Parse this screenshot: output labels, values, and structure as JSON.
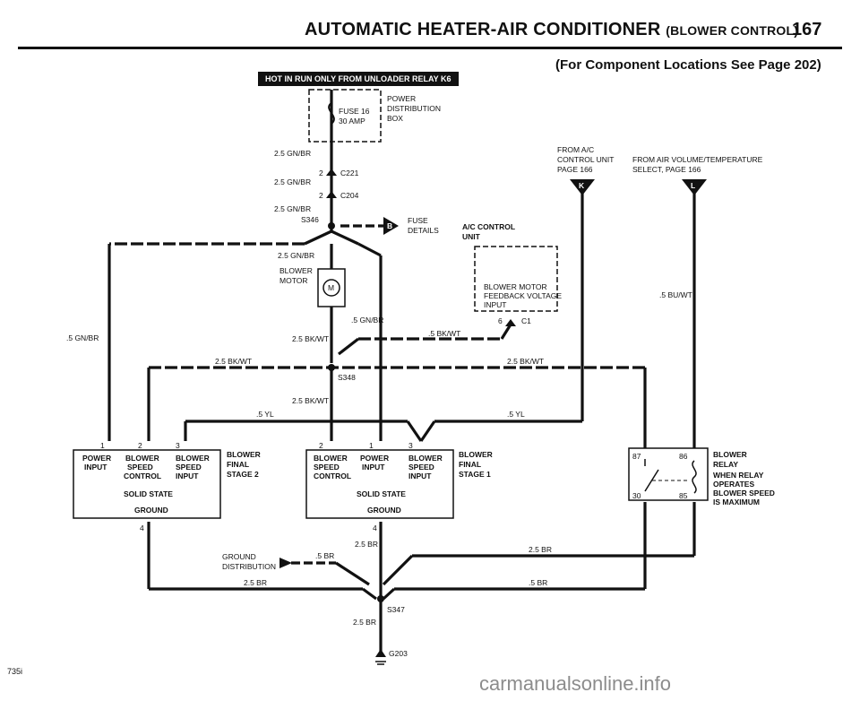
{
  "header": {
    "title": "AUTOMATIC HEATER-AIR CONDITIONER",
    "subtitle": "(BLOWER CONTROL)",
    "page_number": "167",
    "component_note": "(For Component Locations See Page 202)"
  },
  "banner": "HOT IN RUN ONLY FROM UNLOADER RELAY K6",
  "fuse": {
    "name": "FUSE 16",
    "rating": "30 AMP"
  },
  "power_box": {
    "line1": "POWER",
    "line2": "DISTRIBUTION",
    "line3": "BOX"
  },
  "connectors": {
    "c221": "C221",
    "c204": "C204",
    "c221_pin": "2",
    "c204_pin": "2",
    "c1": "C1",
    "c1_pin": "6"
  },
  "splices": {
    "s346": "S346",
    "s348": "S348",
    "s347": "S347"
  },
  "ground_g203": "G203",
  "fuse_details": {
    "line1": "FUSE",
    "line2": "DETAILS",
    "letter": "B"
  },
  "wires": {
    "gn_br_25": "2.5 GN/BR",
    "gn_br_05": ".5 GN/BR",
    "bk_wt_25": "2.5 BK/WT",
    "bk_wt_05": ".5 BK/WT",
    "yl_05": ".5 YL",
    "bu_wt_05": ".5 BU/WT",
    "br_25": "2.5 BR",
    "br_05": ".5 BR"
  },
  "blower_motor": {
    "line1": "BLOWER",
    "line2": "MOTOR",
    "symbol": "M"
  },
  "ac_control": {
    "title1": "A/C CONTROL",
    "title2": "UNIT",
    "in1": "BLOWER MOTOR",
    "in2": "FEEDBACK VOLTAGE",
    "in3": "INPUT"
  },
  "from_ac": {
    "line1": "FROM A/C",
    "line2": "CONTROL UNIT",
    "line3": "PAGE 166",
    "letter": "K"
  },
  "from_air": {
    "line1": "FROM AIR VOLUME/TEMPERATURE",
    "line2": "SELECT, PAGE 166",
    "letter": "L"
  },
  "stage2": {
    "t1": "BLOWER",
    "t2": "FINAL",
    "t3": "STAGE 2",
    "p1": "1",
    "p2": "2",
    "p3": "3",
    "p4": "4",
    "c1a": "POWER",
    "c1b": "INPUT",
    "c2a": "BLOWER",
    "c2b": "SPEED",
    "c2c": "CONTROL",
    "c3a": "BLOWER",
    "c3b": "SPEED",
    "c3c": "INPUT",
    "solid": "SOLID STATE",
    "ground": "GROUND"
  },
  "stage1": {
    "t1": "BLOWER",
    "t2": "FINAL",
    "t3": "STAGE 1",
    "p1": "2",
    "p2": "1",
    "p3": "3",
    "p4": "4",
    "c1a": "BLOWER",
    "c1b": "SPEED",
    "c1c": "CONTROL",
    "c2a": "POWER",
    "c2b": "INPUT",
    "c3a": "BLOWER",
    "c3b": "SPEED",
    "c3c": "INPUT",
    "solid": "SOLID STATE",
    "ground": "GROUND"
  },
  "relay": {
    "t1": "BLOWER",
    "t2": "RELAY",
    "n1": "WHEN RELAY",
    "n2": "OPERATES",
    "n3": "BLOWER SPEED",
    "n4": "IS MAXIMUM",
    "p87": "87",
    "p86": "86",
    "p30": "30",
    "p85": "85"
  },
  "ground_dist": {
    "line1": "GROUND",
    "line2": "DISTRIBUTION"
  },
  "model": "735i",
  "watermark": "carmanualsonline.info"
}
